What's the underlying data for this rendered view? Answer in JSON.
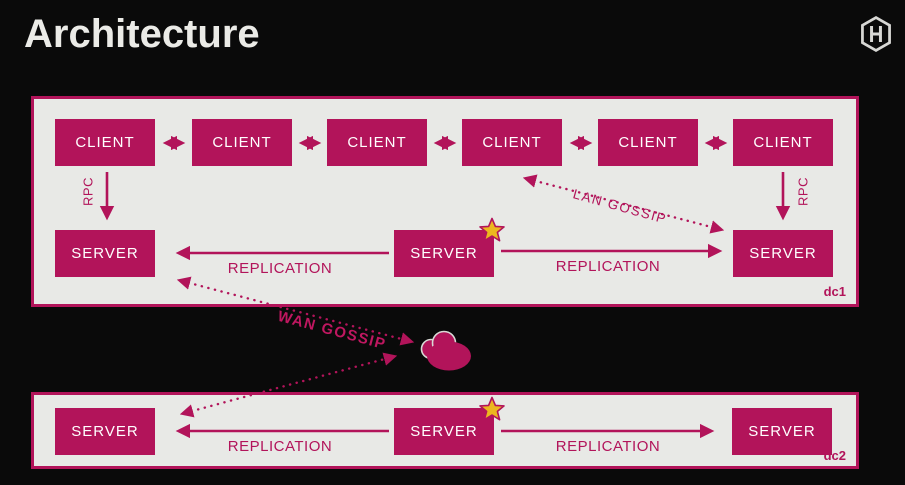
{
  "title": "Architecture",
  "icons": {
    "logo": "hashicorp-logo",
    "star": "leader-star-icon",
    "cloud": "wan-cloud-icon"
  },
  "colors": {
    "background": "#0a0a0a",
    "accent": "#b2145a",
    "panel_bg": "#e8e9e6",
    "box_text": "#ffffff",
    "title_text": "#ebebe7",
    "star_fill": "#ecb71f"
  },
  "dc1": {
    "label": "dc1",
    "clients": [
      "CLIENT",
      "CLIENT",
      "CLIENT",
      "CLIENT",
      "CLIENT",
      "CLIENT"
    ],
    "servers": [
      "SERVER",
      "SERVER",
      "SERVER"
    ],
    "rpc_left": "RPC",
    "rpc_right": "RPC",
    "replication_left": "REPLICATION",
    "replication_right": "REPLICATION",
    "lan_gossip": "LAN GOSSIP"
  },
  "wan": {
    "label": "WAN GOSSIP"
  },
  "dc2": {
    "label": "dc2",
    "servers": [
      "SERVER",
      "SERVER",
      "SERVER"
    ],
    "replication_left": "REPLICATION",
    "replication_right": "REPLICATION"
  }
}
